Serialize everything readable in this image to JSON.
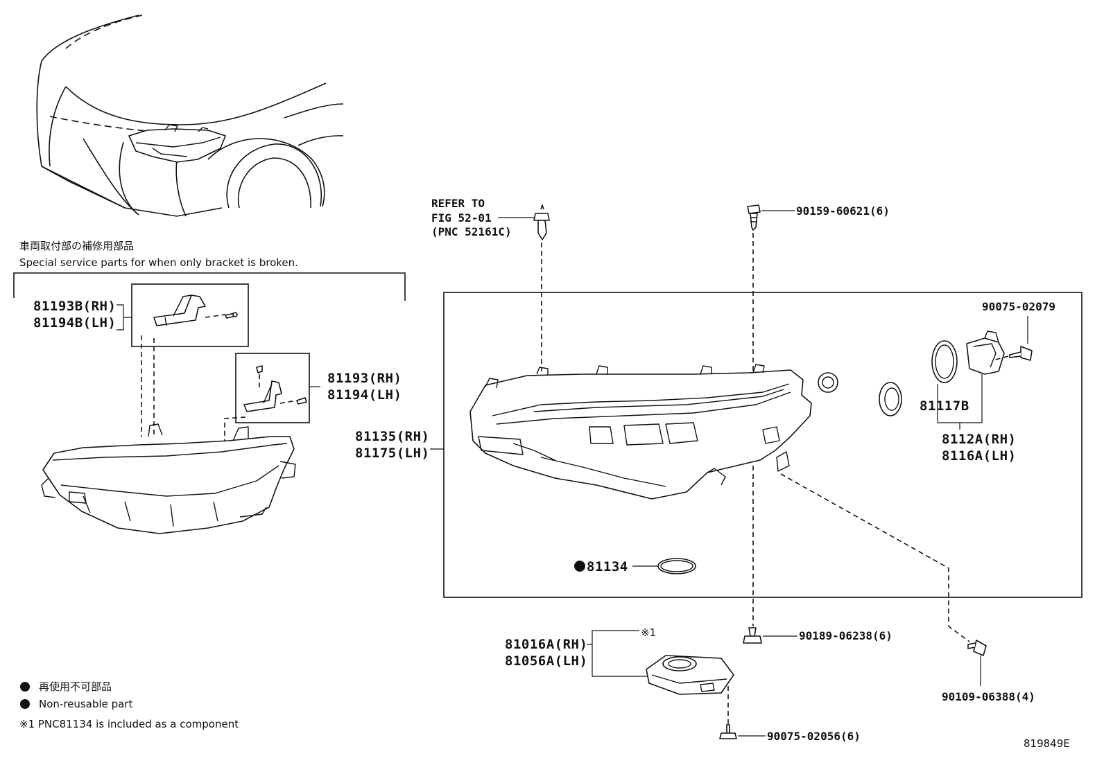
{
  "notes": {
    "bracket_jp": "車両取付部の補修用部品",
    "bracket_en": "Special service parts for when only bracket is broken.",
    "legend_jp": "再使用不可部品",
    "legend_en": "Non-reusable part",
    "legend_footnote": "※1 PNC81134 is included as a component",
    "ref_mark": "※1"
  },
  "refer": {
    "line1": "REFER TO",
    "line2": "FIG 52-01",
    "line3": "(PNC 52161C)"
  },
  "parts": {
    "p81193B": "81193B(RH)",
    "p81194B": "81194B(LH)",
    "p81193": "81193(RH)",
    "p81194": "81194(LH)",
    "p81135": "81135(RH)",
    "p81175": "81175(LH)",
    "p81134": "81134",
    "p81117B": "81117B",
    "p8112A": "8112A(RH)",
    "p8116A": "8116A(LH)",
    "p81016A": "81016A(RH)",
    "p81056A": "81056A(LH)",
    "p90159": "90159-60621(6)",
    "p90075_02079": "90075-02079",
    "p90189": "90189-06238(6)",
    "p90109": "90109-06388(4)",
    "p90075_02056": "90075-02056(6)"
  },
  "figure_id": "819849E"
}
